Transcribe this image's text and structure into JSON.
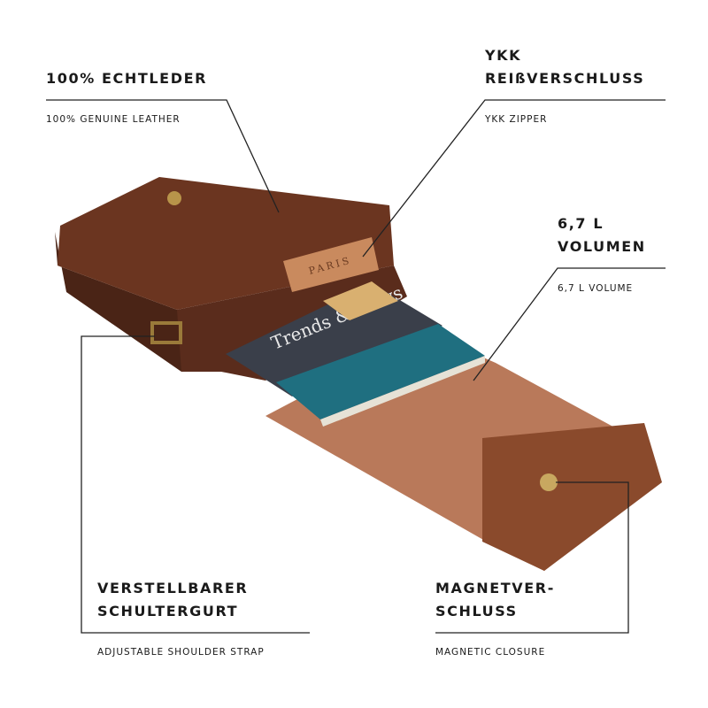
{
  "features": [
    {
      "title_lines": [
        "100% ECHTLEDER"
      ],
      "subtitle": "100% GENUINE LEATHER"
    },
    {
      "title_lines": [
        "YKK",
        "REIßVERSCHLUSS"
      ],
      "subtitle": "YKK ZIPPER"
    },
    {
      "title_lines": [
        "6,7 L",
        "VOLUMEN"
      ],
      "subtitle": "6,7 L VOLUME"
    },
    {
      "title_lines": [
        "VERSTELLBARER",
        "SCHULTERGURT"
      ],
      "subtitle": "ADJUSTABLE SHOULDER STRAP"
    },
    {
      "title_lines": [
        "MAGNETVER-",
        "SCHLUSS"
      ],
      "subtitle": "MAGNETIC CLOSURE"
    }
  ],
  "product": {
    "brand_tag": "PARIS",
    "magazine_title": "Trends & News"
  },
  "colors": {
    "leather_dark": "#5a2c1c",
    "leather_mid": "#7a3d24",
    "leather_inner": "#b9795a",
    "book": "#1f6f80",
    "line": "#222222"
  }
}
